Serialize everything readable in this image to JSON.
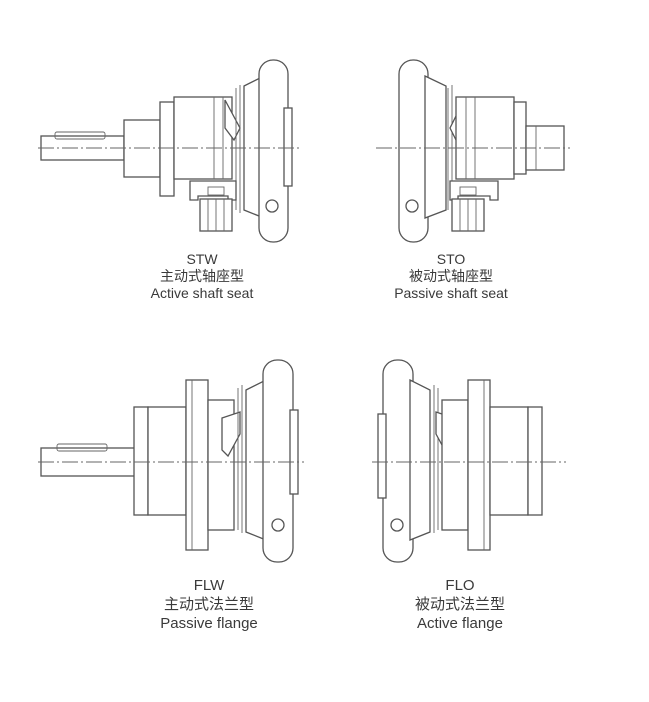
{
  "figures": [
    {
      "code": "STW",
      "cn": "主动式轴座型",
      "en": "Active shaft seat"
    },
    {
      "code": "STO",
      "cn": "被动式轴座型",
      "en": "Passive shaft seat"
    },
    {
      "code": "FLW",
      "cn": "主动式法兰型",
      "en": "Passive flange"
    },
    {
      "code": "FLO",
      "cn": "被动式法兰型",
      "en": "Active flange"
    }
  ]
}
